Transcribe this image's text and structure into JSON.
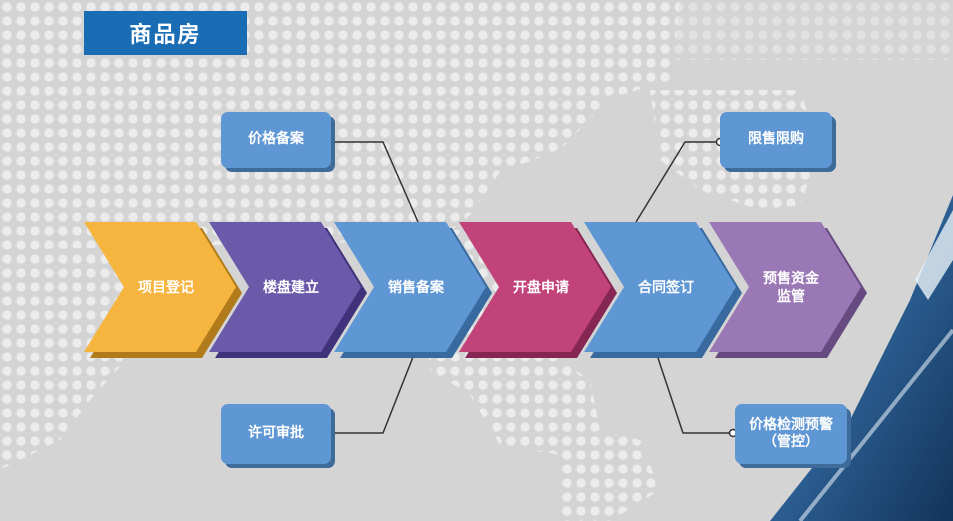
{
  "title": "商品房",
  "process_steps": [
    {
      "label": "项目登记",
      "color": "#f5b53f",
      "shade": "#b17b1c"
    },
    {
      "label": "楼盘建立",
      "color": "#6a5aa9",
      "shade": "#3f327a"
    },
    {
      "label": "销售备案",
      "color": "#5e97d3",
      "shade": "#386aa0"
    },
    {
      "label": "开盘申请",
      "color": "#c2437a",
      "shade": "#852653"
    },
    {
      "label": "合同签订",
      "color": "#5e97d3",
      "shade": "#386aa0"
    },
    {
      "label": "预售资金\n监管",
      "color": "#9a78b5",
      "shade": "#674b80"
    }
  ],
  "side_boxes": {
    "price_filing": "价格备案",
    "permit_approval": "许可审批",
    "purchase_limit": "限售限购",
    "price_monitoring": "价格检测预警\n（管控）"
  },
  "colors": {
    "title_bg": "#1a6db5",
    "box_bg": "#5e97d3",
    "connector": "#333333",
    "background": "#d4d4d4"
  }
}
